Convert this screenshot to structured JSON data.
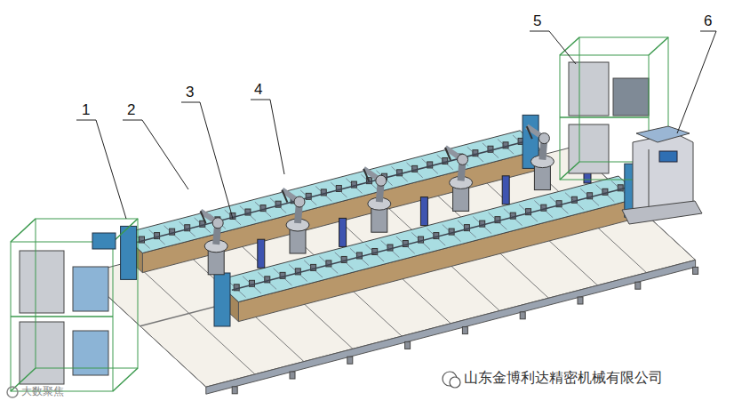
{
  "diagram": {
    "labels": [
      "1",
      "2",
      "3",
      "4",
      "5",
      "6",
      "山东金博利达精密机械有限公司",
      "大数聚焦"
    ]
  }
}
